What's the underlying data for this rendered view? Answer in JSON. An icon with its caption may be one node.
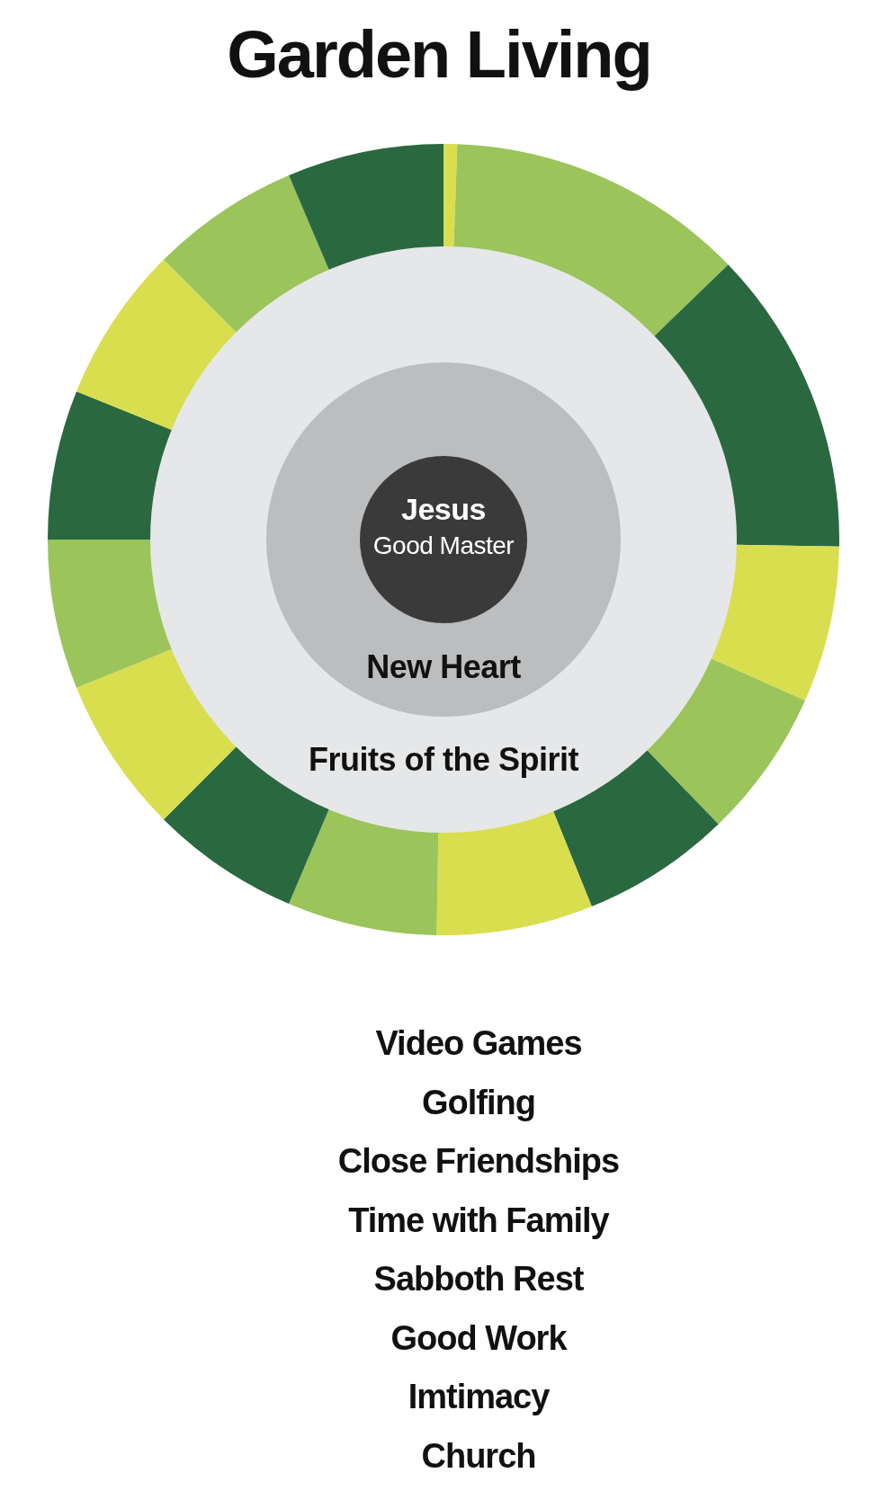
{
  "diagram": {
    "title": "Garden Living",
    "nodes": [
      {
        "text": [
          "Fruits of the Spirit"
        ]
      },
      {
        "text": [
          "New Heart"
        ],
        "in": 0
      },
      {
        "text": [
          "Jesus",
          "Good Master"
        ],
        "in": 1
      }
    ],
    "labels": [
      "Video Games",
      "Golfing",
      "Close Friendships",
      "Time with Family",
      "Sabboth Rest",
      "Good Work",
      "Imtimacy",
      "Church"
    ]
  }
}
